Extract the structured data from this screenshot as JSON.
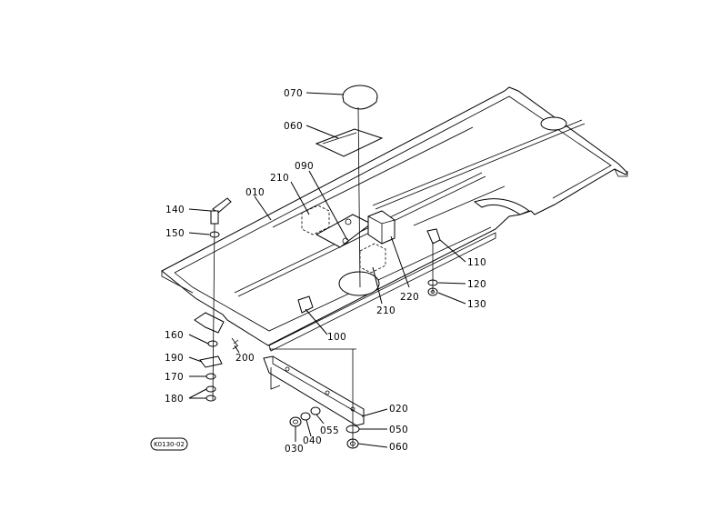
{
  "parts": {
    "p070": "070",
    "p060": "060",
    "p090": "090",
    "p210a": "210",
    "p010": "010",
    "p140": "140",
    "p150": "150",
    "p110": "110",
    "p120": "120",
    "p130": "130",
    "p220": "220",
    "p210b": "210",
    "p100": "100",
    "p160": "160",
    "p200": "200",
    "p190": "190",
    "p170": "170",
    "p180": "180",
    "p020": "020",
    "p055": "055",
    "p050": "050",
    "p030": "030",
    "p040": "040",
    "p060b": "060"
  },
  "drawing_ref": "K0130-02"
}
